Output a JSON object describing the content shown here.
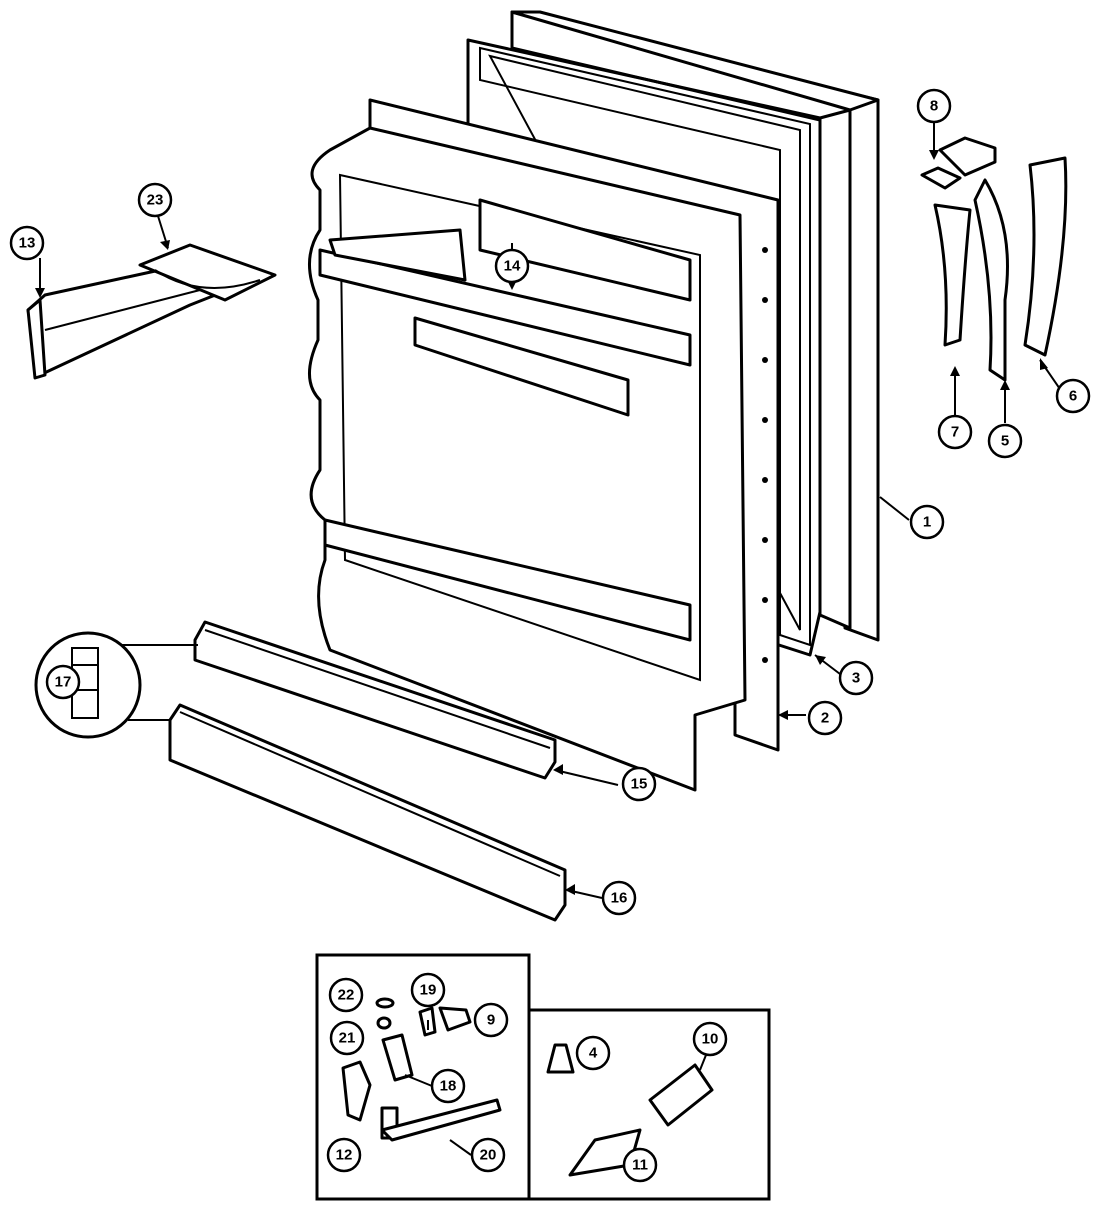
{
  "callouts": {
    "c1": "1",
    "c2": "2",
    "c3": "3",
    "c4": "4",
    "c5": "5",
    "c6": "6",
    "c7": "7",
    "c8": "8",
    "c9": "9",
    "c10": "10",
    "c11": "11",
    "c12": "12",
    "c13": "13",
    "c14": "14",
    "c15": "15",
    "c16": "16",
    "c17": "17",
    "c18": "18",
    "c19": "19",
    "c20": "20",
    "c21": "21",
    "c22": "22",
    "c23": "23"
  },
  "line_color": "#000000",
  "background_color": "#ffffff"
}
